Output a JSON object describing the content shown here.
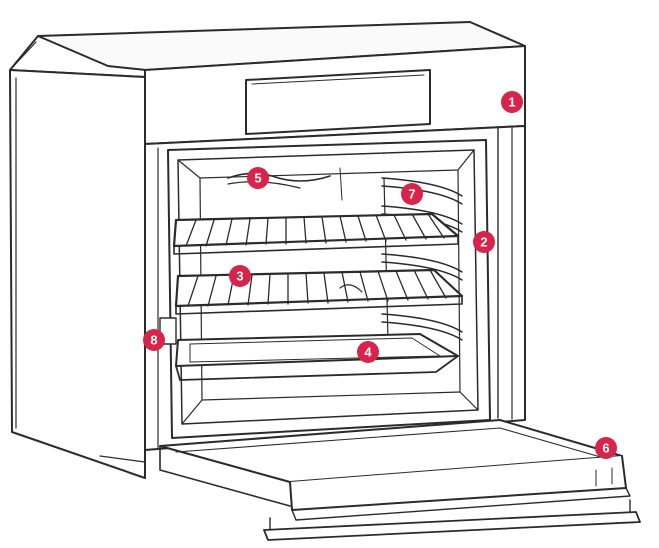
{
  "diagram": {
    "accent_color": "#d8234a",
    "line_color": "#2b2b2b",
    "callouts": [
      {
        "label": "1",
        "part": "control-panel"
      },
      {
        "label": "2",
        "part": "oven-front-frame"
      },
      {
        "label": "3",
        "part": "wire-shelf"
      },
      {
        "label": "4",
        "part": "baking-tray"
      },
      {
        "label": "5",
        "part": "oven-lamp"
      },
      {
        "label": "6",
        "part": "oven-door"
      },
      {
        "label": "7",
        "part": "side-rack-rails"
      },
      {
        "label": "8",
        "part": "door-hinge"
      }
    ]
  }
}
